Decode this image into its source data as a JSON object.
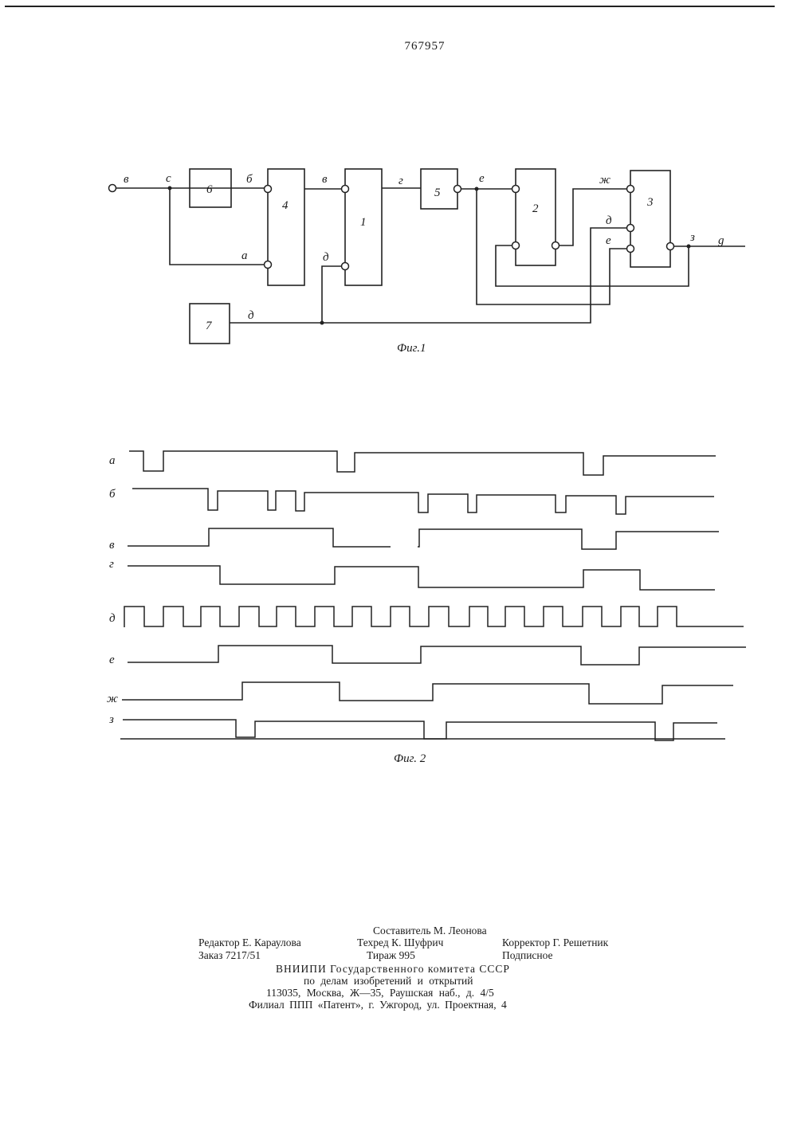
{
  "patent_number": "767957",
  "figure1": {
    "caption": "Фиг.1",
    "blocks": [
      "6",
      "4",
      "1",
      "5",
      "2",
      "3",
      "7"
    ],
    "labels": {
      "input": "в",
      "c": "с",
      "b6": "б",
      "a4": "а",
      "v1": "в",
      "d1": "д",
      "g": "г",
      "e": "е",
      "zh": "ж",
      "d3": "д",
      "e3": "е",
      "z": "з",
      "out": "g",
      "d7": "д"
    }
  },
  "figure2": {
    "caption": "Фиг. 2",
    "signals": [
      "а",
      "б",
      "в",
      "г",
      "д",
      "е",
      "ж",
      "з"
    ]
  },
  "imprint": {
    "compiler": "Составитель М. Леонова",
    "editor": "Редактор Е. Караулова",
    "techred": "Техред К. Шуфрич",
    "corrector": "Корректор Г. Решетник",
    "order": "Заказ 7217/51",
    "circulation": "Тираж 995",
    "subscription": "Подписное",
    "org1": "ВНИИПИ Государственного комитета СССР",
    "org2": "по делам изобретений и открытий",
    "address": "113035, Москва, Ж—35, Раушская наб., д. 4/5",
    "branch": "Филиал ППП «Патент», г. Ужгород, ул. Проектная, 4"
  }
}
